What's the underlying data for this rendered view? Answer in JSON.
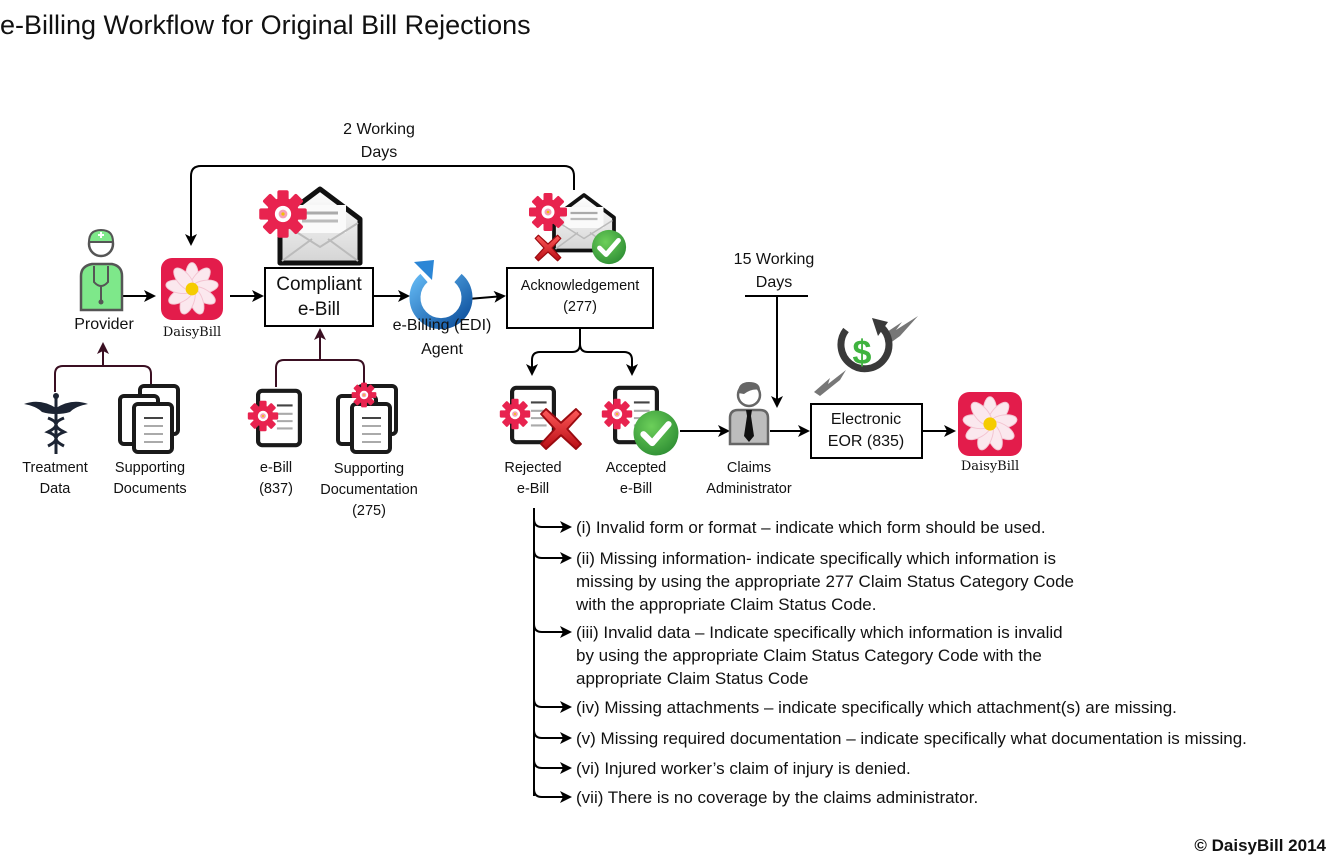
{
  "title": "e-Billing Workflow for Original Bill Rejections",
  "copyright": "© DaisyBill 2014",
  "colors": {
    "daisy_red": "#e31c4b",
    "gear_red": "#e8234f",
    "provider_green": "#7ee88a",
    "check_green": "#3daa3f",
    "reject_red": "#d9141c",
    "edi_blue": "#1f78c8",
    "dollar_green": "#3fb33f",
    "connector_dark": "#3a0f22"
  },
  "timing": {
    "acknowledgement": [
      "2 Working",
      "Days"
    ],
    "eor": [
      "15 Working",
      "Days"
    ]
  },
  "nodes": {
    "provider": {
      "label": "Provider",
      "icon": "doctor-icon"
    },
    "daisybill_start": {
      "label": "DaisyBill",
      "icon": "daisy-logo-icon"
    },
    "compliant_ebill": {
      "lines": [
        "Compliant",
        "e-Bill"
      ],
      "icon": "envelope-gear-icon"
    },
    "edi_agent": {
      "lines": [
        "e-Billing (EDI)",
        "Agent"
      ],
      "icon": "refresh-arrows-icon"
    },
    "acknowledgement": {
      "lines": [
        "Acknowledgement",
        "(277)"
      ],
      "icon": "envelope-accept-reject-icon"
    },
    "treatment_data": {
      "lines": [
        "Treatment",
        "Data"
      ],
      "icon": "caduceus-icon"
    },
    "supporting_documents": {
      "lines": [
        "Supporting",
        "Documents"
      ],
      "icon": "documents-stack-icon"
    },
    "ebill_837": {
      "lines": [
        "e-Bill",
        "(837)"
      ],
      "icon": "document-gear-icon"
    },
    "supporting_documentation": {
      "lines": [
        "Supporting",
        "Documentation",
        "(275)"
      ],
      "icon": "documents-gear-icon"
    },
    "rejected_ebill": {
      "lines": [
        "Rejected",
        "e-Bill"
      ],
      "icon": "document-reject-icon"
    },
    "accepted_ebill": {
      "lines": [
        "Accepted",
        "e-Bill"
      ],
      "icon": "document-accept-icon"
    },
    "claims_administrator": {
      "lines": [
        "Claims",
        "Administrator"
      ],
      "icon": "businessman-icon"
    },
    "electronic_eor": {
      "lines": [
        "Electronic",
        "EOR (835)"
      ],
      "icon": "dollar-cycle-icon"
    },
    "daisybill_end": {
      "label": "DaisyBill",
      "icon": "daisy-logo-icon"
    }
  },
  "rejection_reasons": [
    {
      "lines": [
        "(i) Invalid form or format – indicate which form should be used."
      ]
    },
    {
      "lines": [
        "(ii) Missing information- indicate specifically which information is",
        "missing by using the appropriate 277 Claim Status Category Code",
        "with the appropriate Claim Status Code."
      ]
    },
    {
      "lines": [
        "(iii) Invalid data – Indicate specifically which information is invalid",
        "by using the appropriate Claim Status Category Code with the",
        "appropriate Claim Status Code"
      ]
    },
    {
      "lines": [
        "(iv) Missing attachments – indicate specifically which attachment(s) are missing."
      ]
    },
    {
      "lines": [
        "(v) Missing required documentation – indicate specifically what documentation is missing."
      ]
    },
    {
      "lines": [
        "(vi) Injured worker’s claim of injury is denied."
      ]
    },
    {
      "lines": [
        "(vii) There is no coverage by the claims administrator."
      ]
    }
  ]
}
